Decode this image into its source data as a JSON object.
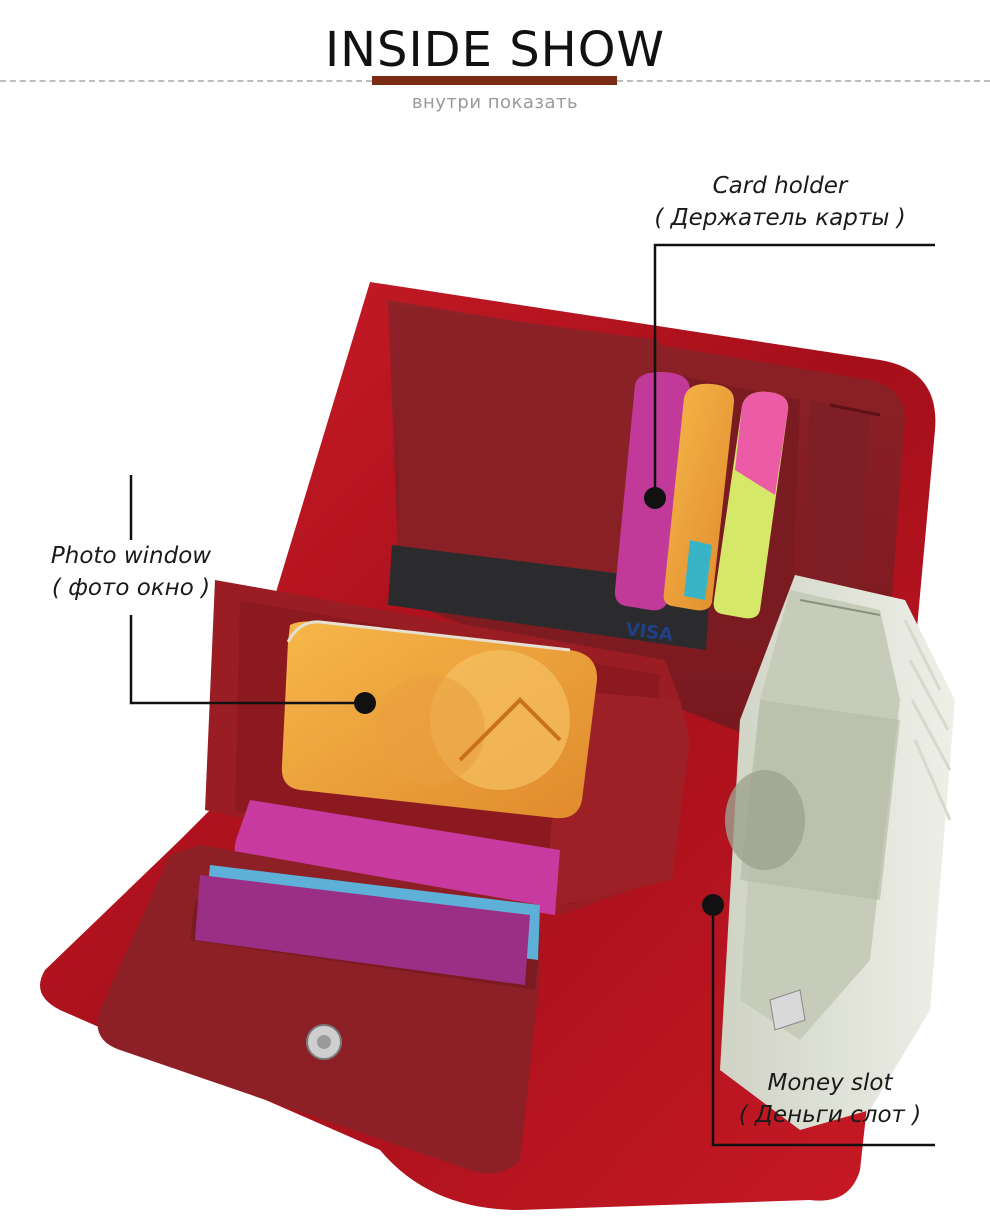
{
  "header": {
    "title": "INSIDE SHOW",
    "subtitle": "внутри  показать",
    "accent_color": "#7b2b14"
  },
  "callouts": {
    "card_holder": {
      "line1": "Card holder",
      "line2": "( Держатель карты )"
    },
    "photo_window": {
      "line1": "Photo window",
      "line2": "( фото окно )"
    },
    "money_slot": {
      "line1": "Money slot",
      "line2": "( Деньги слот )"
    }
  },
  "card_text": {
    "visa": "VISA"
  },
  "colors": {
    "leather_red": "#b3131e",
    "interior": "#8a1f24",
    "pink_card": "#c0389a",
    "yellow_card": "#f0c23a",
    "green_card": "#d7e86a"
  }
}
